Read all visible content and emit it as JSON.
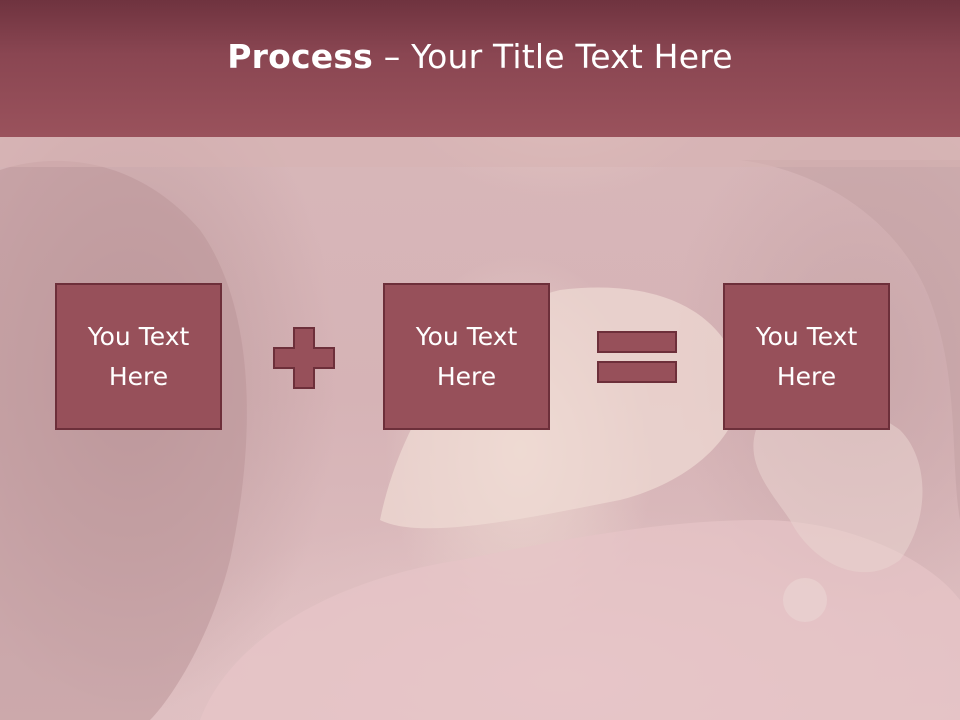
{
  "slide": {
    "title_bold": "Process",
    "title_rest": " – Your Title Text Here"
  },
  "process": {
    "boxes": [
      {
        "label": "You Text\nHere"
      },
      {
        "label": "You Text\nHere"
      },
      {
        "label": "You Text\nHere"
      }
    ],
    "operators": [
      "plus-icon",
      "equals-icon"
    ]
  },
  "colors": {
    "header": "#8a4652",
    "box_fill": "#97505a",
    "box_border": "#6d2f3a",
    "text": "#ffffff"
  }
}
